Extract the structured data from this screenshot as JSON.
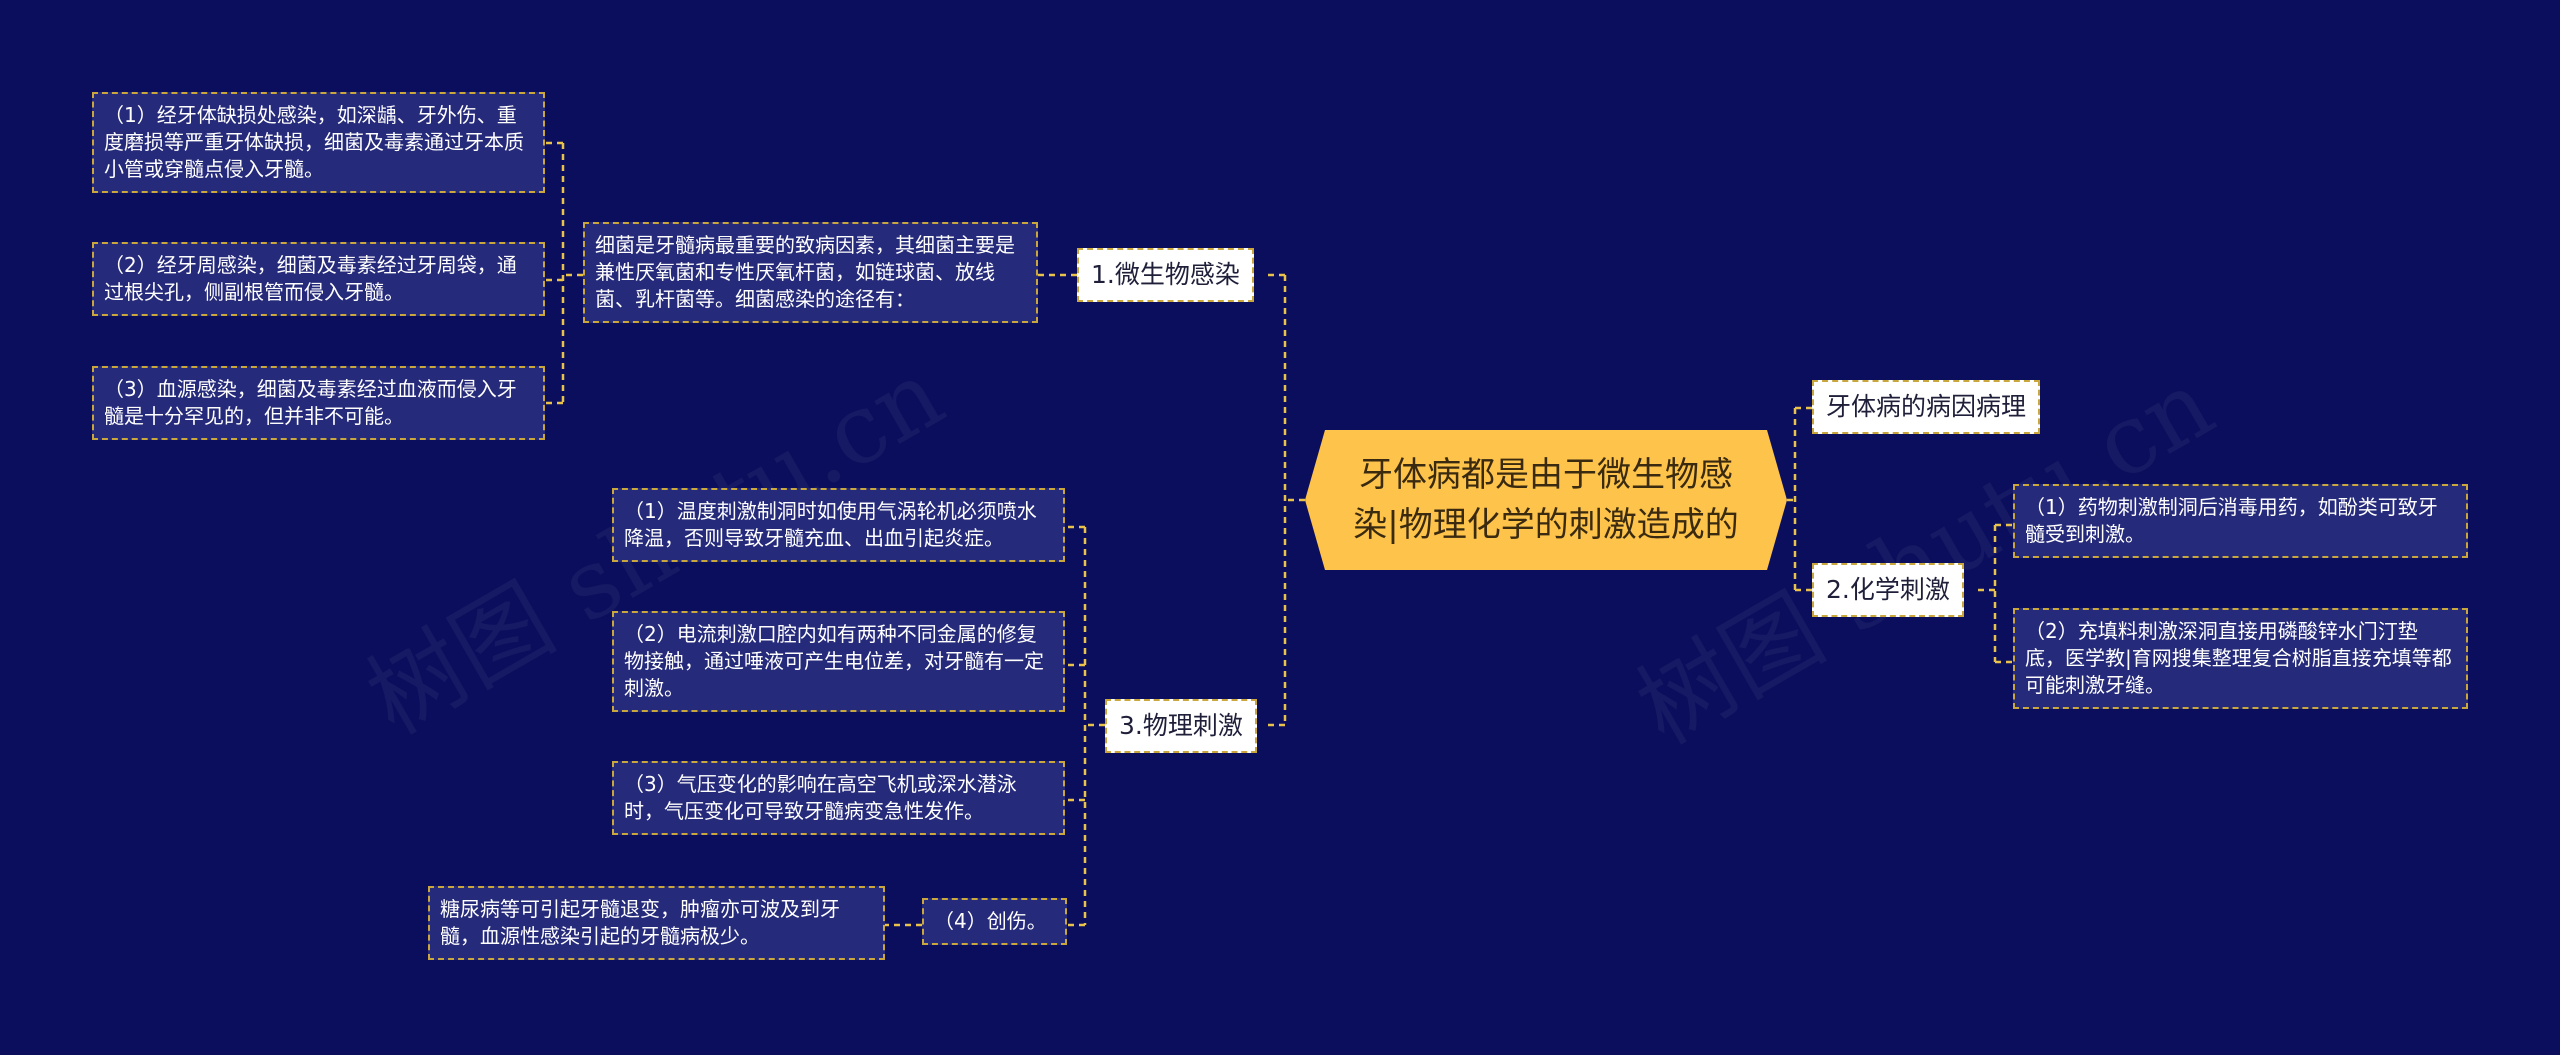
{
  "root": {
    "title": "牙体病都是由于微生物感染|物理化学的刺激造成的"
  },
  "branches": {
    "micro": {
      "label": "1.微生物感染",
      "intro": "细菌是牙髓病最重要的致病因素，其细菌主要是兼性厌氧菌和专性厌氧杆菌，如链球菌、放线菌、乳杆菌等。细菌感染的途径有：",
      "items": [
        "（1）经牙体缺损处感染，如深龋、牙外伤、重度磨损等严重牙体缺损，细菌及毒素通过牙本质小管或穿髓点侵入牙髓。",
        "（2）经牙周感染，细菌及毒素经过牙周袋，通过根尖孔，侧副根管而侵入牙髓。",
        "（3）血源感染，细菌及毒素经过血液而侵入牙髓是十分罕见的，但并非不可能。"
      ]
    },
    "physical": {
      "label": "3.物理刺激",
      "items": [
        "（1）温度刺激制洞时如使用气涡轮机必须喷水降温，否则导致牙髓充血、出血引起炎症。",
        "（2）电流刺激口腔内如有两种不同金属的修复物接触，通过唾液可产生电位差，对牙髓有一定刺激。",
        "（3）气压变化的影响在高空飞机或深水潜泳时，气压变化可导致牙髓病变急性发作。"
      ],
      "trauma": {
        "label": "（4）创伤。",
        "detail": "糖尿病等可引起牙髓退变，肿瘤亦可波及到牙髓，血源性感染引起的牙髓病极少。"
      }
    },
    "pathology": {
      "label": "牙体病的病因病理"
    },
    "chemical": {
      "label": "2.化学刺激",
      "items": [
        "（1）药物刺激制洞后消毒用药，如酚类可致牙髓受到刺激。",
        "（2）充填料刺激深洞直接用磷酸锌水门汀垫底，医学教|育网搜集整理复合树脂直接充填等都可能刺激牙缝。"
      ]
    }
  },
  "watermark": "树图 shutu.cn",
  "colors": {
    "background": "#0a0e5c",
    "root": "#fdc34a",
    "leaf": "#252a7a",
    "connector": "#e8c24a"
  }
}
